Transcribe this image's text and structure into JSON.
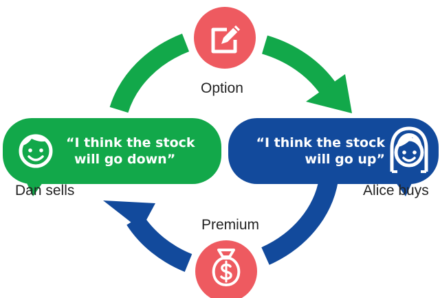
{
  "option": {
    "label": "Option",
    "icon": "edit-document-icon"
  },
  "premium": {
    "label": "Premium",
    "icon": "money-bag-icon"
  },
  "seller": {
    "name_label": "Dan sells",
    "quote_line1": "“I think the stock",
    "quote_line2": "will go down”",
    "avatar_icon": "smiling-man-icon"
  },
  "buyer": {
    "name_label": "Alice buys",
    "quote_line1": "“I think the stock",
    "quote_line2": "will go up”",
    "avatar_icon": "smiling-woman-icon"
  },
  "colors": {
    "green": "#12a84a",
    "blue": "#124a9c",
    "red": "#ee5a60",
    "text": "#222222",
    "white": "#ffffff"
  }
}
